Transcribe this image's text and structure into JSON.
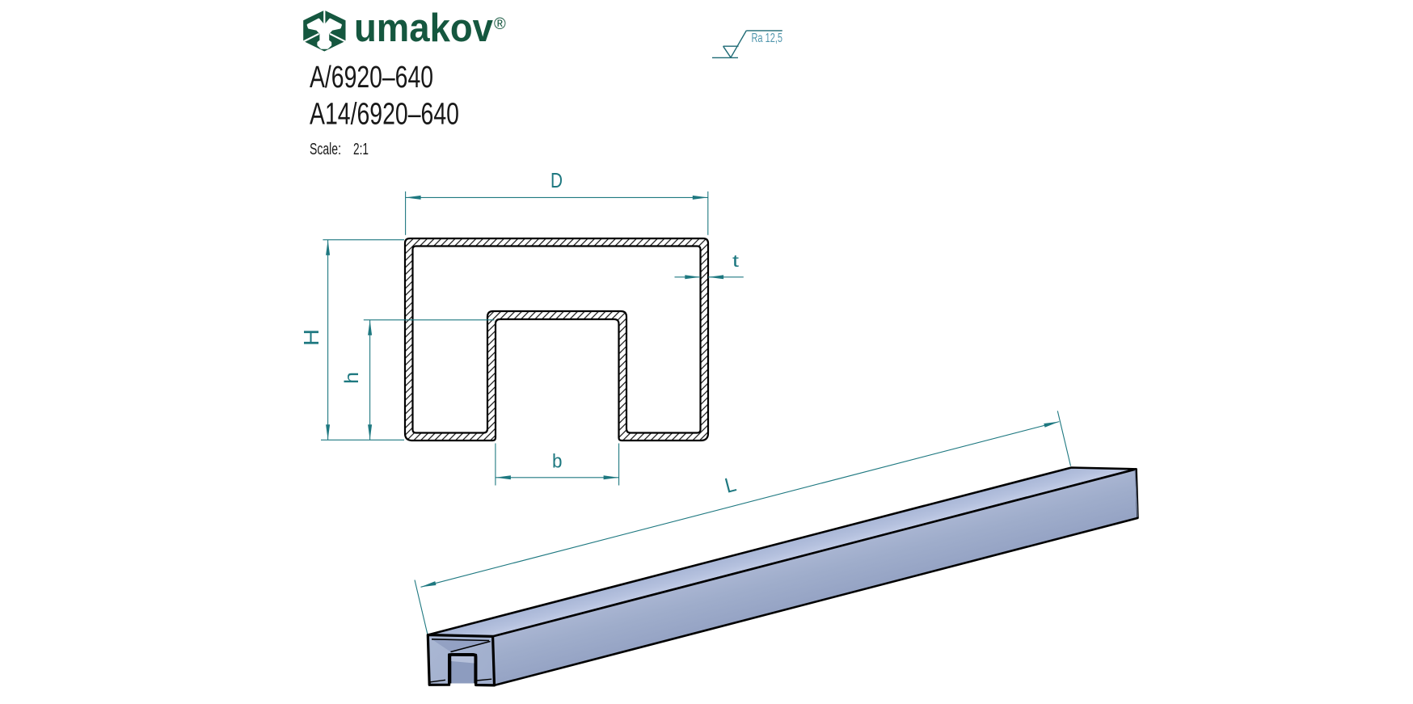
{
  "logo": {
    "brand": "umakov",
    "registered": "®",
    "color": "#15573f"
  },
  "header": {
    "code_line1": "A/6920–640",
    "code_line2": "A14/6920–640",
    "scale_label": "Scale:",
    "scale_value": "2:1"
  },
  "roughness": {
    "text": "Ra 12,5"
  },
  "dimensions": {
    "overall_width": "D",
    "overall_height": "H",
    "inner_height": "h",
    "slot_width": "b",
    "wall_thickness": "t",
    "length": "L"
  },
  "colors": {
    "dimension_line": "#1e7880",
    "roughness_symbol": "#1e6a74",
    "roughness_text": "#4f95ac",
    "outline": "#000000",
    "logo_green": "#15573f",
    "bar_top_face": "#b7c3de",
    "bar_side_face": "#9dabca",
    "bar_end_face": "#a7b4d1"
  }
}
